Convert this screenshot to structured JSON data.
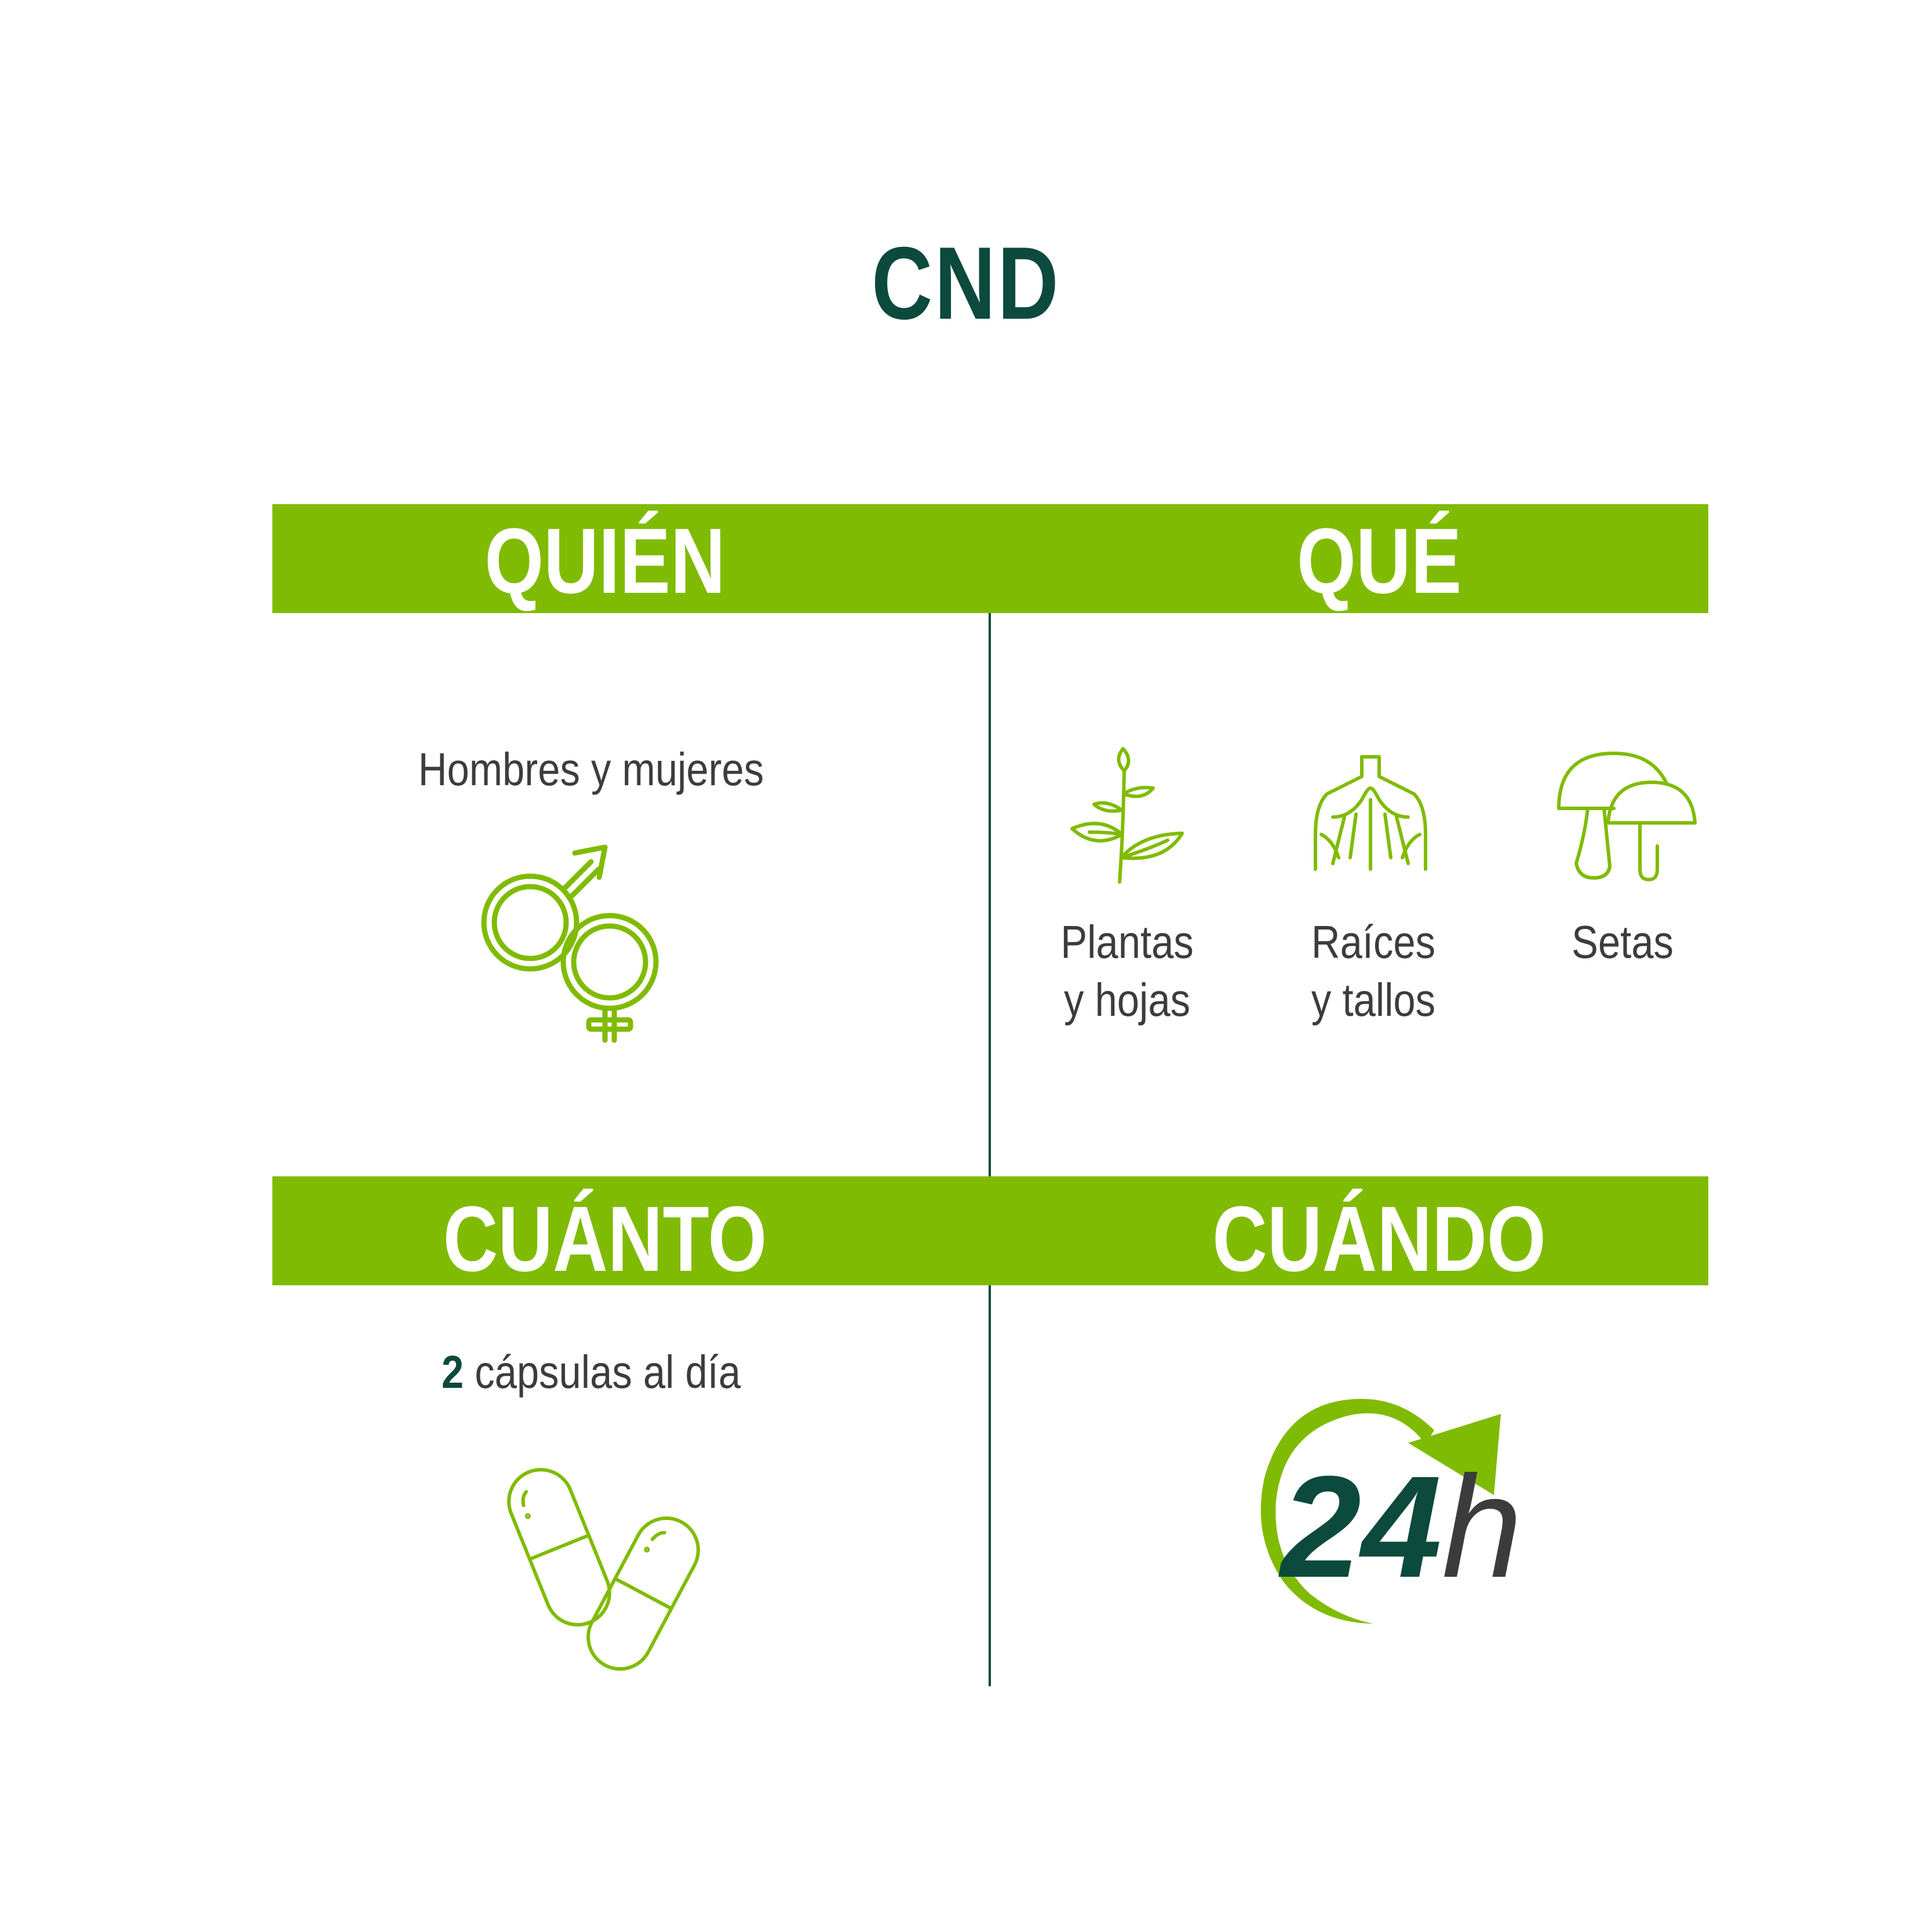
{
  "title": "CND",
  "sections": {
    "quien": {
      "heading": "QUIÉN",
      "text": "Hombres y mujeres"
    },
    "que": {
      "heading": "QUÉ",
      "items": [
        {
          "line1": "Plantas",
          "line2": "y hojas",
          "icon": "plant-leaves-icon"
        },
        {
          "line1": "Raíces",
          "line2": "y tallos",
          "icon": "roots-icon"
        },
        {
          "line1": "Setas",
          "line2": "",
          "icon": "mushroom-icon"
        }
      ]
    },
    "cuanto": {
      "heading": "CUÁNTO",
      "number": "2",
      "text": " cápsulas al día"
    },
    "cuando": {
      "heading": "CUÁNDO",
      "number": "24",
      "unit": "h"
    }
  },
  "colors": {
    "green": "#80bb03",
    "dark_green": "#0b4a3d",
    "text": "#3c3c3c"
  }
}
